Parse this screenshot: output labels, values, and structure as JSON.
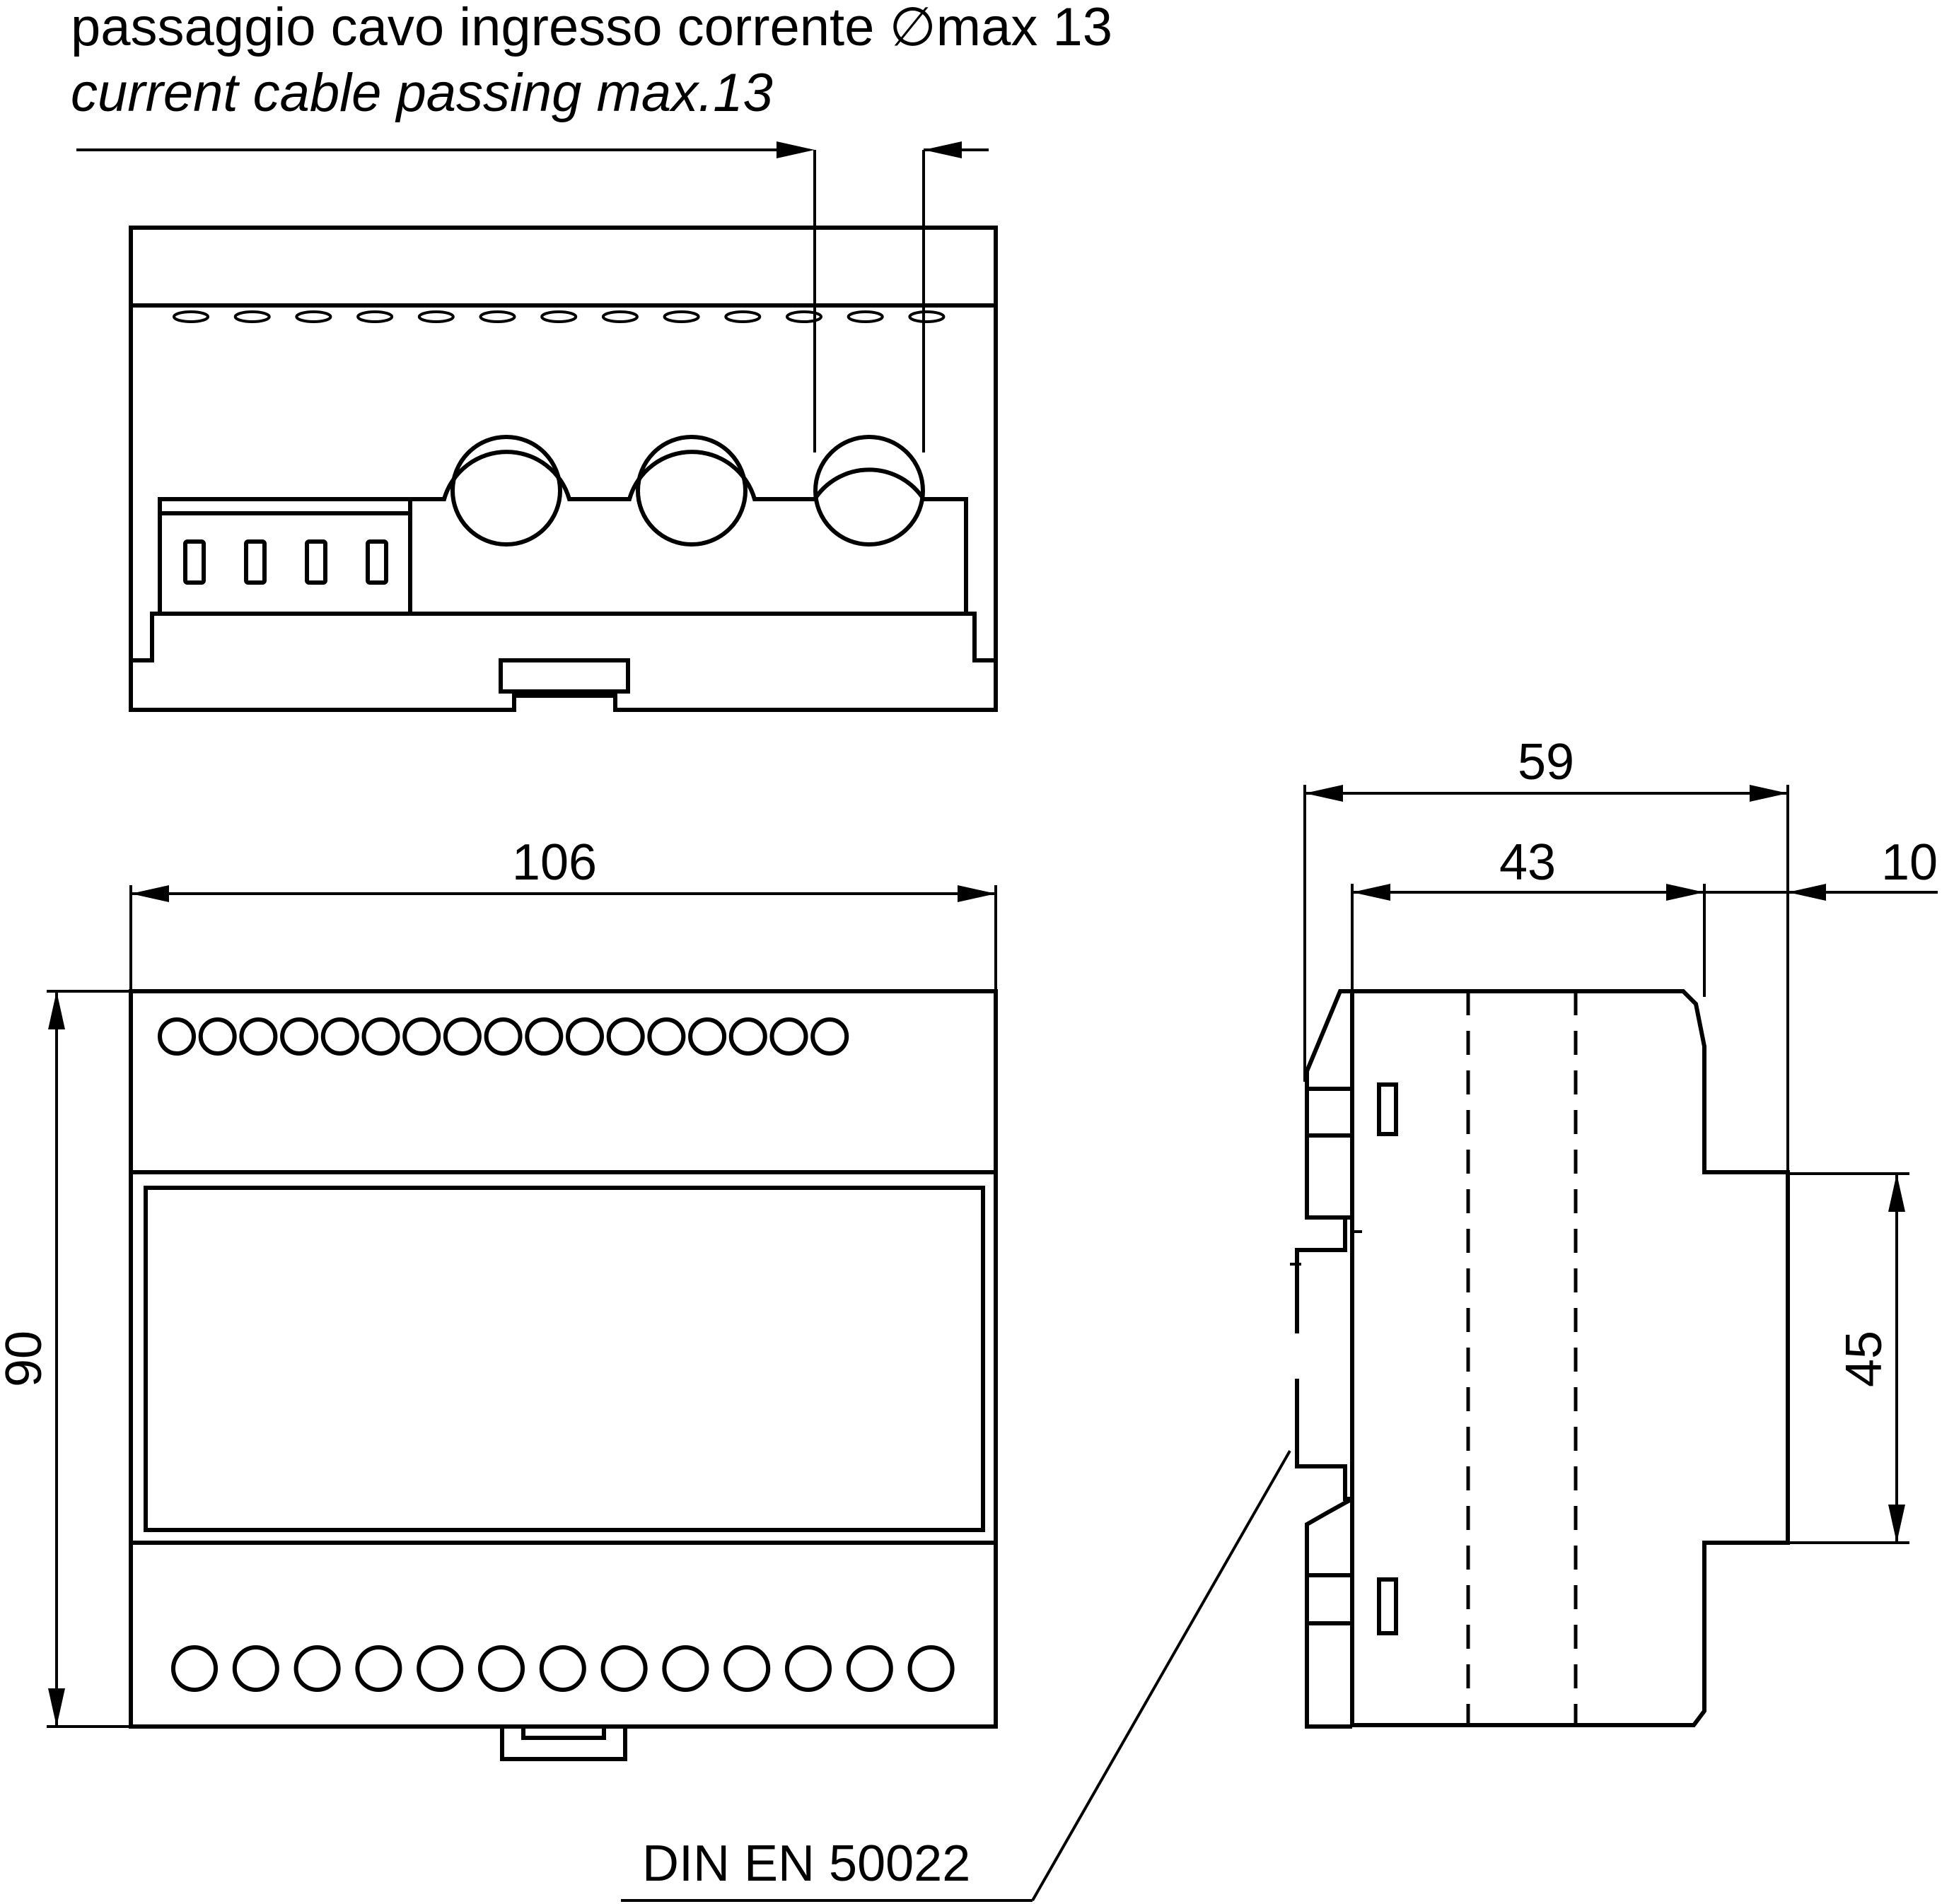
{
  "labels": {
    "cable_title_it": "passaggio cavo ingresso corrente ∅max 13",
    "cable_title_en": "current cable passing max.13",
    "width_106": "106",
    "height_90": "90",
    "depth_59": "59",
    "depth_43": "43",
    "depth_10": "10",
    "rail_45": "45",
    "din_standard": "DIN EN 50022"
  },
  "counts": {
    "top_view_screw_slots": 13,
    "top_view_cable_holes": 3,
    "top_view_connector_pins": 4,
    "front_top_terminals": 17,
    "front_bottom_terminals": 13
  }
}
